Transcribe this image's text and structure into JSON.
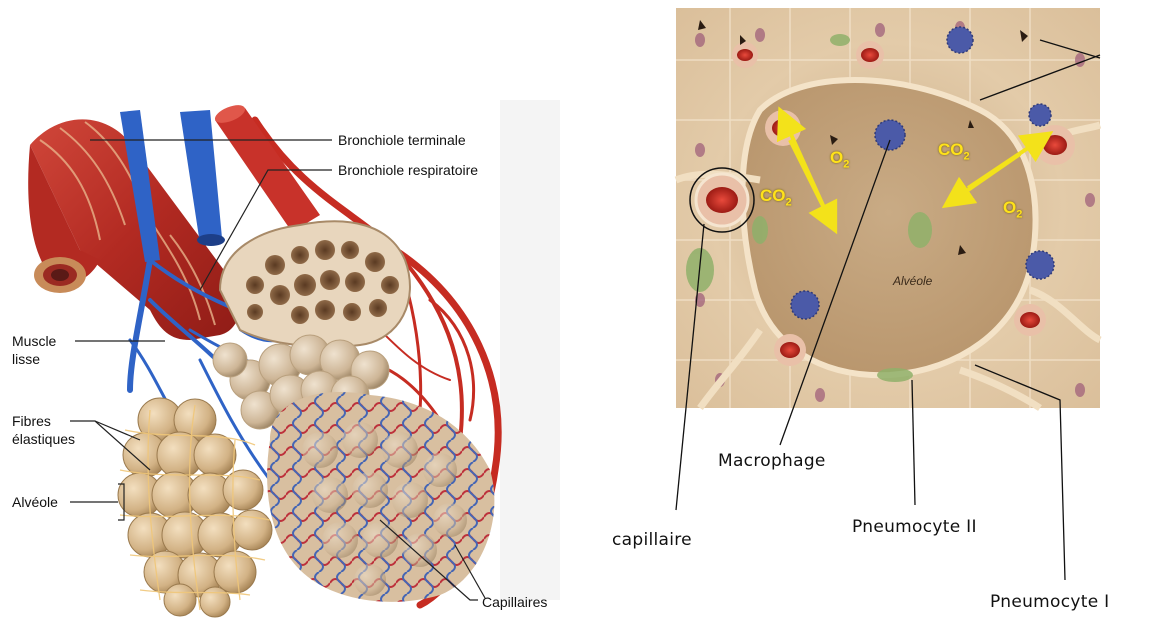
{
  "left_panel": {
    "labels": {
      "bronchiole_terminale": "Bronchiole terminale",
      "bronchiole_respiratoire": "Bronchiole respiratoire",
      "muscle_lisse_1": "Muscle",
      "muscle_lisse_2": "lisse",
      "fibres_1": "Fibres",
      "fibres_2": "élastiques",
      "alveole": "Alvéole",
      "capillaires": "Capillaires"
    }
  },
  "right_panel": {
    "gas": {
      "co2_left": "CO",
      "o2_left": "O",
      "co2_right": "CO",
      "o2_right": "O",
      "sub2": "2"
    },
    "center_label": "Alvéole",
    "labels": {
      "capillaire": "capillaire",
      "macrophage": "Macrophage",
      "pneumocyte_2": "Pneumocyte II",
      "pneumocyte_1": "Pneumocyte I"
    }
  },
  "colors": {
    "vein_blue": "#2f63c6",
    "artery_red": "#c8322a",
    "alveolus_tan": "#d9bd93",
    "tissue_bg": "#e6cfb0",
    "arrow_yellow": "#f3e21a",
    "macrophage_purple": "#4b5aa8",
    "pneumocyte_green": "#8fb06a"
  }
}
